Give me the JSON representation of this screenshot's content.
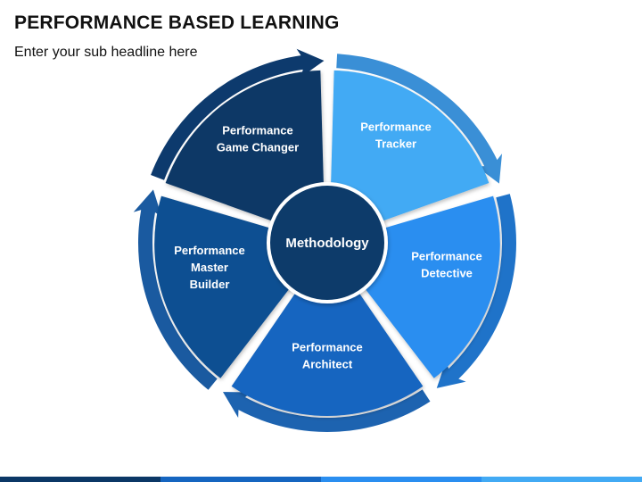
{
  "header": {
    "title": "PERFORMANCE BASED LEARNING",
    "subtitle": "Enter your sub headline here"
  },
  "center": {
    "label": "Methodology",
    "color": "#0a3b6b"
  },
  "segments": [
    {
      "lines": [
        "Performance",
        "Tracker"
      ],
      "color": "#42aaf4",
      "arrow_color": "#3a8fd6"
    },
    {
      "lines": [
        "Performance",
        "Detective"
      ],
      "color": "#2a8ef0",
      "arrow_color": "#1f73c9"
    },
    {
      "lines": [
        "Performance",
        "Architect"
      ],
      "color": "#1565c0",
      "arrow_color": "#1d63b0"
    },
    {
      "lines": [
        "Performance",
        "Master",
        "Builder"
      ],
      "color": "#0f4f92",
      "arrow_color": "#1a5aa0"
    },
    {
      "lines": [
        "Performance",
        "Game Changer"
      ],
      "color": "#0b3766",
      "arrow_color": "#0d3a6d"
    }
  ],
  "footer_colors": [
    "#0b3766",
    "#1565c0",
    "#2a8ef0",
    "#42aaf4"
  ]
}
